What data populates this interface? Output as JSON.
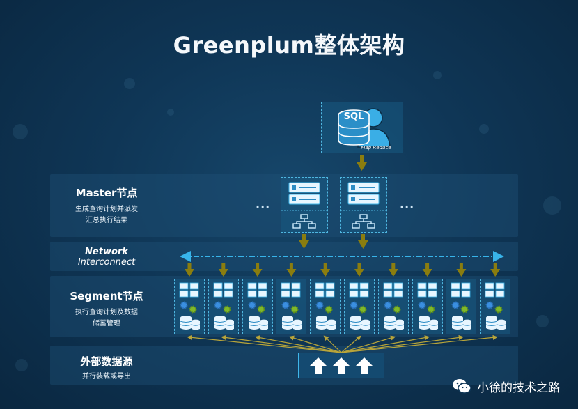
{
  "title": "Greenplum整体架构",
  "client": {
    "sql_label": "SQL",
    "mapreduce_label": "Map Reduce"
  },
  "master": {
    "title": "Master节点",
    "line1": "生成查询计划并派发",
    "line2": "汇总执行结果",
    "ellipsis": "..."
  },
  "network": {
    "line1": "Network",
    "line2": "Interconnect"
  },
  "segment": {
    "title": "Segment节点",
    "line1": "执行查询计划及数据",
    "line2": "储蓄管理",
    "count": 10
  },
  "external": {
    "title": "外部数据源",
    "line1": "并行装载或导出"
  },
  "watermark": {
    "text": "小徐的技术之路"
  },
  "colors": {
    "arrow": "#8a7d0f",
    "accent": "#3fb6ea",
    "box_border": "#4fb6e0",
    "network_line": "#38b4ea",
    "fan_line": "#b8a53a"
  },
  "icons": [
    "sql-database-user-icon",
    "server-stack-icon",
    "network-tree-icon",
    "gear-icon",
    "database-icon",
    "upload-arrow-icon",
    "wechat-icon"
  ]
}
